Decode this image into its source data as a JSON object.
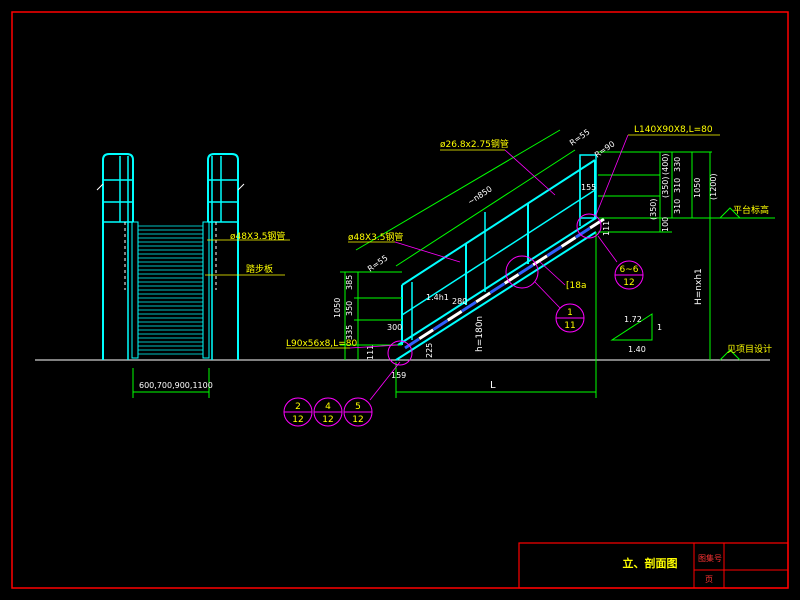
{
  "title_block": {
    "drawing_title": "立、剖面图",
    "drawing_no_label": "图集号",
    "page_label": "页"
  },
  "left_view": {
    "pipe_label": "ø48X3.5钢管",
    "tread_label": "踏步板",
    "width_label": "600,700,900,1100"
  },
  "right_view": {
    "top_pipe_label": "ø26.8x2.75钢管",
    "pipe_label": "ø48X3.5钢管",
    "angle_top_label": "L140X90X8,L=80",
    "angle_bottom_label": "L90x56x8,L=80",
    "channel_label": "[18a",
    "platform_label": "平台标高",
    "ground_label": "见项目设计",
    "h_label": "h=180n",
    "H_label": "H=nxh1",
    "L_label": "L",
    "dim_top_right": [
      "330",
      "(400)",
      "(350)",
      "310",
      "310",
      "(350)",
      "100",
      "1050",
      "(1200)",
      "111"
    ],
    "dim_left": [
      "385",
      "350",
      "335",
      "1050"
    ],
    "dim_misc": [
      "155",
      "159",
      "111",
      "280",
      "1.4h1",
      "R=55",
      "R=90",
      "R=55",
      "300",
      "225"
    ],
    "slope_label_1": "1.72",
    "slope_label_2": "1.40",
    "slope_label_3": "1"
  },
  "callouts": [
    {
      "top": "1",
      "bottom": "11"
    },
    {
      "top": "6~6",
      "bottom": "12"
    },
    {
      "top": "2",
      "bottom": "12"
    },
    {
      "top": "4",
      "bottom": "12"
    },
    {
      "top": "5",
      "bottom": "12"
    }
  ],
  "colors": {
    "border": "#ff0000",
    "steel": "#00ffff",
    "dim": "#00ff00",
    "text": "#ffff00",
    "leader": "#ff00ff",
    "white": "#ffffff",
    "blue": "#3060ff"
  }
}
